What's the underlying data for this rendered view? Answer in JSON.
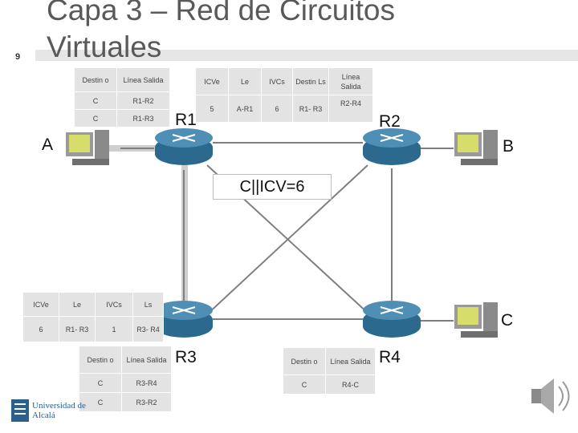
{
  "slide_number": "9",
  "title_line1": "Capa 3 – Red de Circuitos",
  "title_line2": "Virtuales",
  "table_r1": {
    "headers": [
      "Destin o",
      "Línea Salida"
    ],
    "rows": [
      [
        "C",
        "R1-R2"
      ],
      [
        "C",
        "R1-R3"
      ]
    ]
  },
  "table_r1_vc": {
    "headers": [
      "ICVe",
      "Le",
      "IVCs",
      "Destin Ls",
      "Línea Salida"
    ],
    "rows": [
      [
        "5",
        "A-R1",
        "6",
        "R1- R3",
        "R2-R4"
      ]
    ]
  },
  "table_r3_vc": {
    "headers": [
      "ICVe",
      "Le",
      "IVCs",
      "Ls"
    ],
    "rows": [
      [
        "6",
        "R1- R3",
        "1",
        "R3- R4"
      ]
    ]
  },
  "table_r3": {
    "headers": [
      "Destin o",
      "Línea Salida"
    ],
    "rows": [
      [
        "C",
        "R3-R4"
      ],
      [
        "C",
        "R3-R2"
      ]
    ]
  },
  "table_r4": {
    "headers": [
      "Destin o",
      "Línea Salida"
    ],
    "rows": [
      [
        "C",
        "R4-C"
      ]
    ]
  },
  "labels": {
    "r1": "R1",
    "r2": "R2",
    "r3": "R3",
    "r4": "R4",
    "host_a": "A",
    "host_b": "B",
    "host_c": "C"
  },
  "packet_label": "C||ICV=6",
  "logo_text": "Universidad de Alcalá",
  "colors": {
    "router": "#2b6a8e",
    "link": "#7f7f7f",
    "path": "#c8c8c8",
    "table_bg": "#e3e3e3"
  }
}
